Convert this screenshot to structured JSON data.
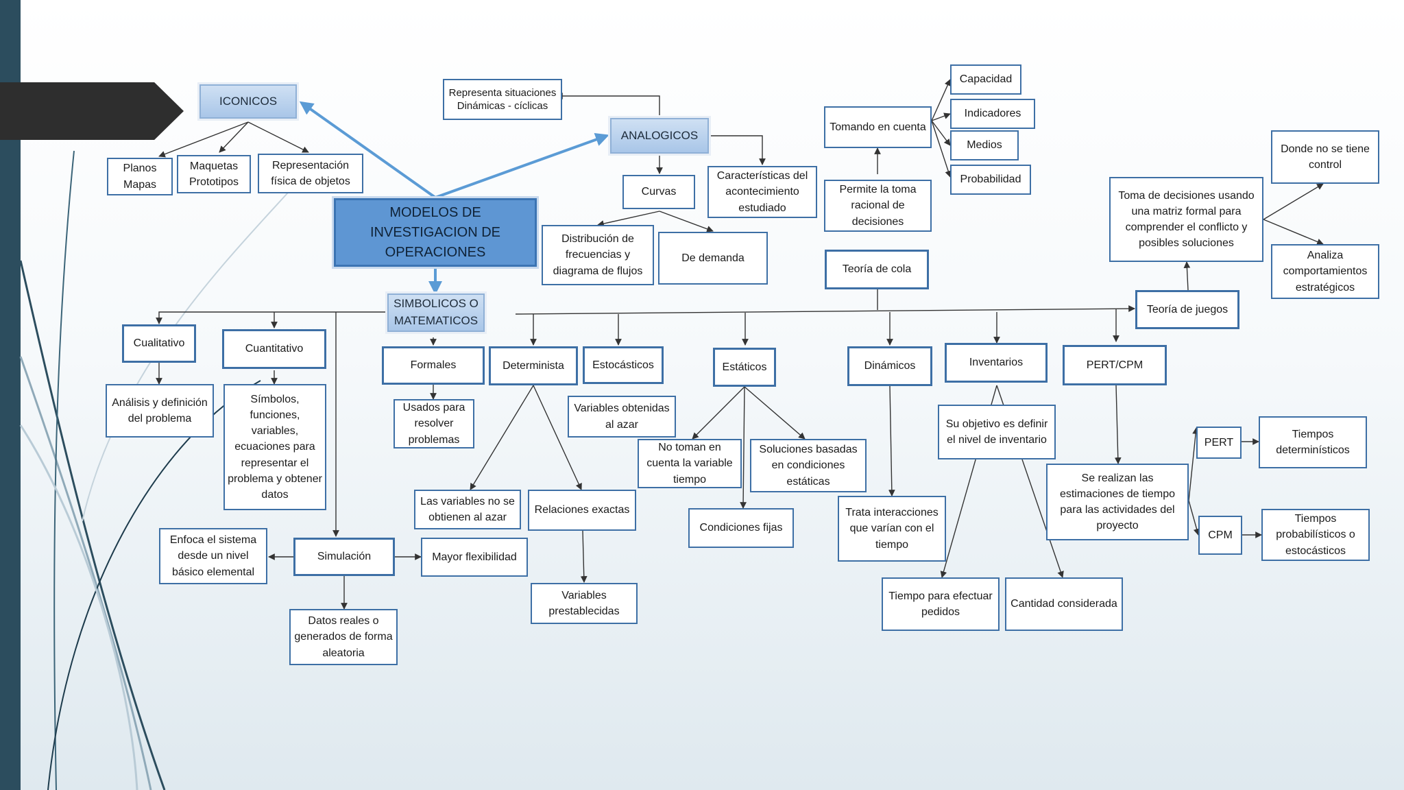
{
  "diagram": {
    "main": "MODELOS DE INVESTIGACION DE OPERACIONES",
    "iconicos": "ICONICOS",
    "planos": "Planos Mapas",
    "maquetas": "Maquetas Prototipos",
    "representacion_fisica": "Representación física de objetos",
    "analogicos": "ANALOGICOS",
    "representa": "Representa situaciones Dinámicas - cíclicas",
    "curvas": "Curvas",
    "caracteristicas": "Características del acontecimiento estudiado",
    "distribucion": "Distribución de frecuencias y diagrama de flujos",
    "de_demanda": "De demanda",
    "simbolicos": "SIMBOLICOS O MATEMATICOS",
    "cualitativo": "Cualitativo",
    "analisis": "Análisis y definición del problema",
    "cuantitativo": "Cuantitativo",
    "simbolos": "Símbolos, funciones, variables, ecuaciones para representar el problema y obtener datos",
    "simulacion": "Simulación",
    "enfoca": "Enfoca el sistema desde un nivel básico elemental",
    "datos_reales": "Datos reales o generados de forma aleatoria",
    "mayor_flexibilidad": "Mayor flexibilidad",
    "formales": "Formales",
    "usados": "Usados para resolver problemas",
    "determinista": "Determinista",
    "variables_no_azar": "Las variables no se obtienen al azar",
    "relaciones": "Relaciones exactas",
    "variables_preestablecidas": "Variables prestablecidas",
    "estocasticos": "Estocásticos",
    "variables_azar": "Variables obtenidas al azar",
    "estaticos": "Estáticos",
    "no_toman": "No toman en cuenta la variable tiempo",
    "soluciones": "Soluciones basadas en condiciones estáticas",
    "condiciones_fijas": "Condiciones fijas",
    "dinamicos": "Dinámicos",
    "trata": "Trata interacciones que varían con el tiempo",
    "inventarios": "Inventarios",
    "su_objetivo": "Su objetivo es definir el nivel de inventario",
    "tiempo_pedidos": "Tiempo para efectuar pedidos",
    "cantidad": "Cantidad considerada",
    "pert_cpm": "PERT/CPM",
    "estimaciones": "Se realizan las estimaciones de tiempo para las actividades del proyecto",
    "pert": "PERT",
    "cpm": "CPM",
    "deterministicos": "Tiempos determinísticos",
    "probabilisticos": "Tiempos probabilísticos o estocásticos",
    "teoria_cola": "Teoría de cola",
    "permite": "Permite la toma racional de decisiones",
    "tomando": "Tomando en cuenta",
    "capacidad": "Capacidad",
    "indicadores": "Indicadores",
    "medios": "Medios",
    "probabilidad": "Probabilidad",
    "teoria_juegos": "Teoría de juegos",
    "toma_decisiones": "Toma de decisiones usando una matriz formal para comprender el conflicto y posibles soluciones",
    "donde_no": "Donde no se tiene control",
    "analiza": "Analiza comportamientos estratégicos"
  },
  "colors": {
    "node_border": "#3d6fa5",
    "main_fill": "#5e96d3",
    "accent_arrow": "#5b9bd5",
    "sidebar": "#2c4d5e"
  }
}
